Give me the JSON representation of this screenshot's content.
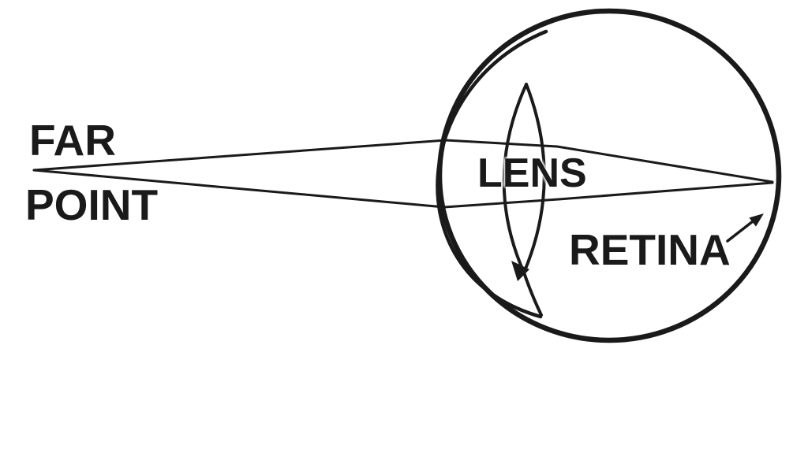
{
  "figure": {
    "background_color": "#ffffff",
    "ink_color": "#1a1a1a",
    "labels": {
      "far_line1": "FAR",
      "far_line2": "POINT",
      "lens": "LENS",
      "retina": "RETINA"
    }
  }
}
